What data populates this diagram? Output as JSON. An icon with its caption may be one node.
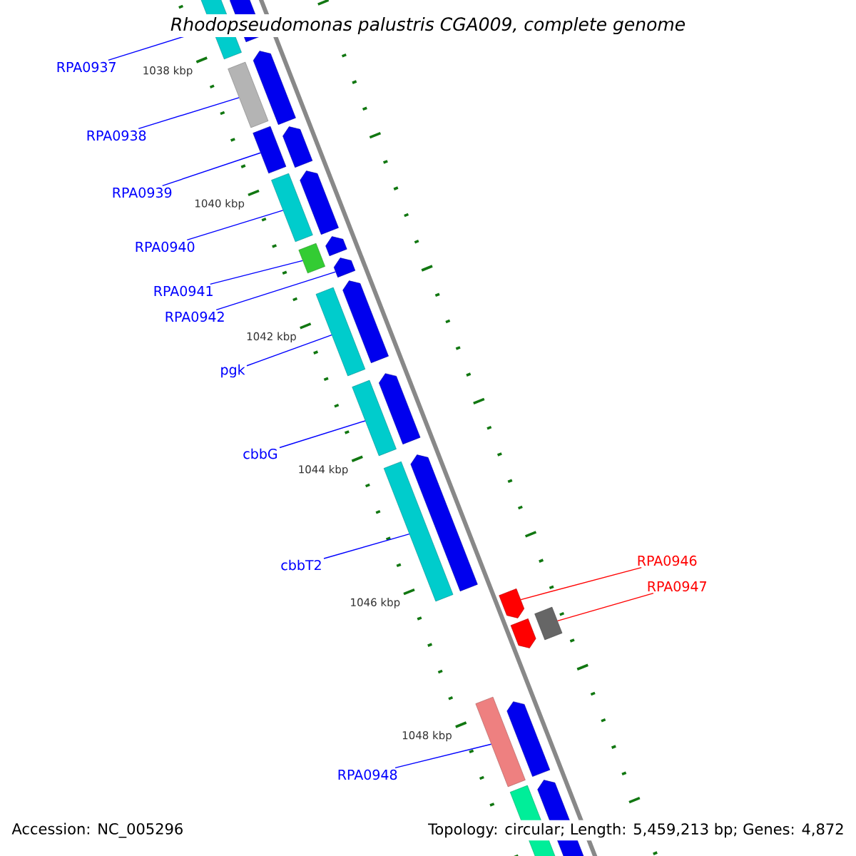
{
  "diagram": {
    "title": "Rhodopseudomonas palustris CGA009, complete genome",
    "nodes": [
      {
        "text": [
          "RPA0937"
        ]
      },
      {
        "text": [
          "RPA0938"
        ]
      },
      {
        "text": [
          "RPA0939"
        ]
      },
      {
        "text": [
          "RPA0940"
        ]
      },
      {
        "text": [
          "RPA0941"
        ]
      },
      {
        "text": [
          "RPA0942"
        ]
      },
      {
        "text": [
          "pgk"
        ]
      },
      {
        "text": [
          "cbbG"
        ]
      },
      {
        "text": [
          "cbbT2"
        ]
      },
      {
        "text": [
          "RPA0946"
        ]
      },
      {
        "text": [
          "RPA0947"
        ]
      },
      {
        "text": [
          "RPA0948"
        ]
      },
      {
        "text": [],
        "shape": "bar"
      },
      {
        "text": [],
        "shape": "bar"
      },
      {
        "text": [],
        "shape": "bar"
      },
      {
        "text": [],
        "shape": "bar"
      },
      {
        "text": [],
        "shape": "bar"
      },
      {
        "text": [],
        "shape": "bar"
      },
      {
        "text": [],
        "shape": "bar"
      },
      {
        "text": [],
        "shape": "bar"
      },
      {
        "text": [],
        "shape": "bar"
      },
      {
        "text": [],
        "shape": "bar"
      },
      {
        "text": [],
        "shape": "arrow"
      },
      {
        "text": [],
        "shape": "arrow"
      },
      {
        "text": [],
        "shape": "arrow"
      },
      {
        "text": [],
        "shape": "arrow"
      },
      {
        "text": [],
        "shape": "arrow"
      },
      {
        "text": [],
        "shape": "arrow"
      },
      {
        "text": [],
        "shape": "arrow"
      },
      {
        "text": [],
        "shape": "arrow"
      },
      {
        "text": [],
        "shape": "arrow"
      },
      {
        "text": [],
        "shape": "arrow"
      },
      {
        "text": [],
        "shape": "arrow"
      },
      {
        "text": [],
        "shape": "arrow"
      },
      {
        "text": [],
        "shape": "arrow"
      },
      {
        "text": [],
        "shape": "bar"
      }
    ],
    "edges": [
      {
        "from": 0,
        "to": 12,
        "arrow": "none"
      },
      {
        "from": 1,
        "to": 13,
        "arrow": "none"
      },
      {
        "from": 2,
        "to": 14,
        "arrow": "none"
      },
      {
        "from": 3,
        "to": 15,
        "arrow": "none"
      },
      {
        "from": 4,
        "to": 16,
        "arrow": "none"
      },
      {
        "from": 5,
        "to": 27,
        "arrow": "none"
      },
      {
        "from": 6,
        "to": 17,
        "arrow": "none"
      },
      {
        "from": 7,
        "to": 18,
        "arrow": "none"
      },
      {
        "from": 8,
        "to": 19,
        "arrow": "none"
      },
      {
        "from": 9,
        "to": 33,
        "arrow": "none",
        "color": "#ff0000"
      },
      {
        "from": 10,
        "to": 35,
        "arrow": "none",
        "color": "#ff0000"
      },
      {
        "from": 11,
        "to": 20,
        "arrow": "none"
      }
    ],
    "labels": [
      "1038 kbp",
      "1040 kbp",
      "1042 kbp",
      "1044 kbp",
      "1046 kbp",
      "1048 kbp",
      "Accession: NC_005296",
      "Topology: circular; Length: 5,459,213 bp; Genes: 4,872"
    ]
  }
}
